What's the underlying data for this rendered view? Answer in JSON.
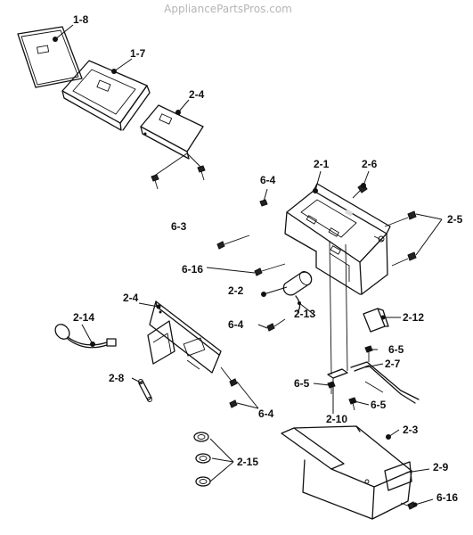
{
  "watermark": "AppliancePartsPros.com",
  "callouts": {
    "c_1_8": "1-8",
    "c_1_7": "1-7",
    "c_2_4_top": "2-4",
    "c_6_3": "6-3",
    "c_2_1": "2-1",
    "c_2_6": "2-6",
    "c_6_4_top": "6-4",
    "c_2_5": "2-5",
    "c_6_16_mid": "6-16",
    "c_2_2": "2-2",
    "c_2_13": "2-13",
    "c_2_4_mid": "2-4",
    "c_2_14": "2-14",
    "c_6_4_mid": "6-4",
    "c_2_12": "2-12",
    "c_6_5_a": "6-5",
    "c_2_7": "2-7",
    "c_2_8": "2-8",
    "c_6_5_b": "6-5",
    "c_6_5_c": "6-5",
    "c_2_10": "2-10",
    "c_6_4_bot": "6-4",
    "c_2_3": "2-3",
    "c_2_15": "2-15",
    "c_2_9": "2-9",
    "c_6_16_bot": "6-16"
  }
}
